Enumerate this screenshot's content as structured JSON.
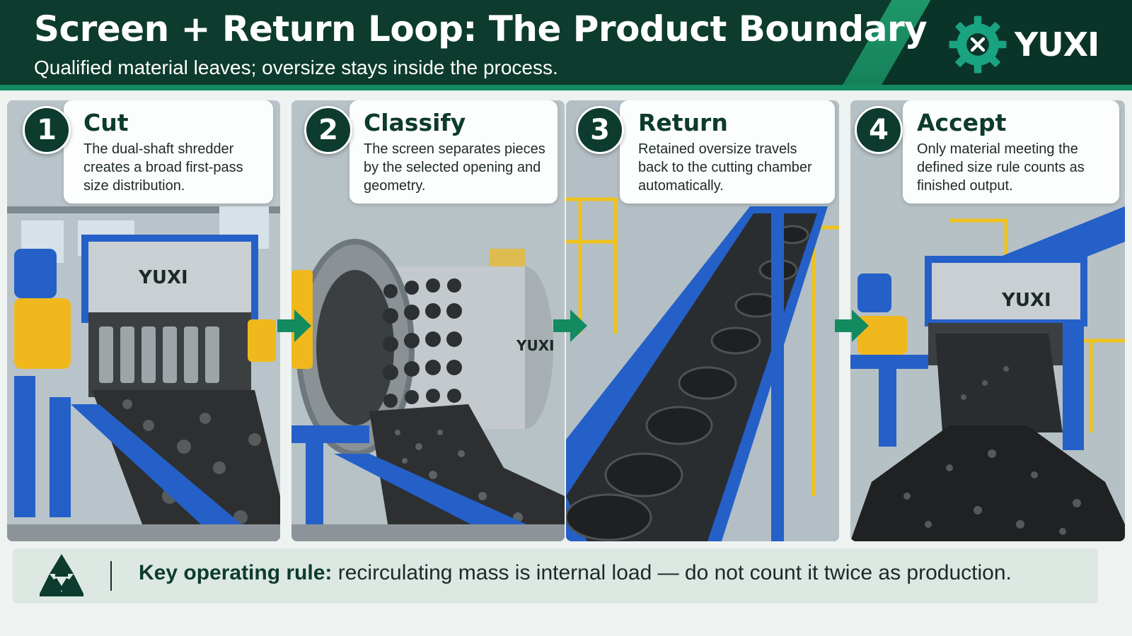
{
  "header": {
    "title": "Screen + Return Loop: The Product Boundary",
    "subtitle": "Qualified material leaves; oversize stays inside the process.",
    "logo_text": "YUXI"
  },
  "steps": [
    {
      "number": "1",
      "title": "Cut",
      "description": "The dual-shaft shredder creates a broad first-pass size distribution.",
      "machine_label": "YUXI"
    },
    {
      "number": "2",
      "title": "Classify",
      "description": "The screen separates pieces by the selected opening and geometry.",
      "machine_label": "YUXI"
    },
    {
      "number": "3",
      "title": "Return",
      "description": "Retained oversize travels back to the cutting chamber automatically."
    },
    {
      "number": "4",
      "title": "Accept",
      "description": "Only material meeting the defined size rule counts as finished output.",
      "machine_label": "YUXI"
    }
  ],
  "footer": {
    "key_label": "Key operating rule:",
    "rule_text": " recirculating mass is internal load — do not count it twice as production."
  },
  "icons": {
    "logo": "gear-logo-icon",
    "arrow": "arrow-right-icon",
    "recycle": "recycle-icon"
  },
  "colors": {
    "brand_dark_green": "#0d3b2e",
    "accent_green": "#138a5f",
    "machine_blue": "#2560c8",
    "motor_yellow": "#f0b81c",
    "footer_bg": "#dde8e3"
  }
}
